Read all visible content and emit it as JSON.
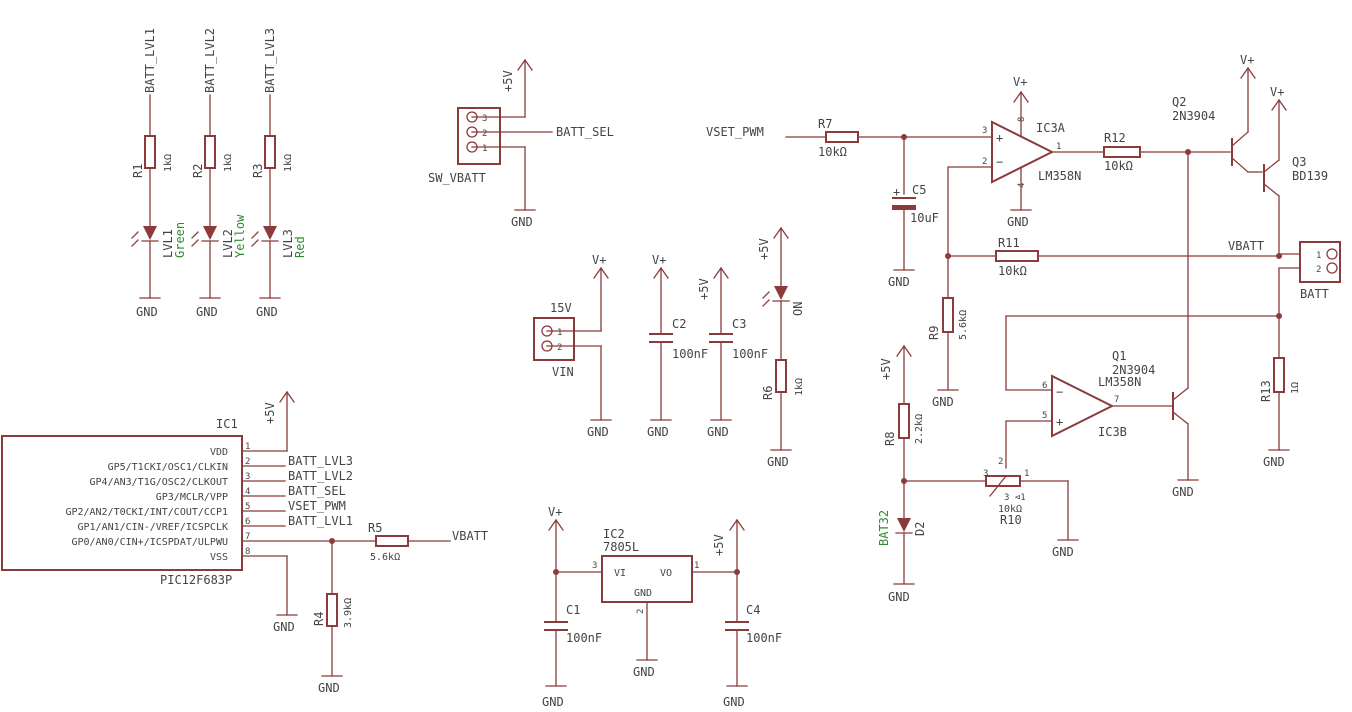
{
  "nets": {
    "batt_lvl1": "BATT_LVL1",
    "batt_lvl2": "BATT_LVL2",
    "batt_lvl3": "BATT_LVL3",
    "batt_sel": "BATT_SEL",
    "vset_pwm": "VSET_PWM",
    "vbatt": "VBATT",
    "gnd": "GND",
    "vplus": "V+",
    "p5v": "+5V"
  },
  "leds": {
    "r1": {
      "name": "R1",
      "value": "1kΩ"
    },
    "r2": {
      "name": "R2",
      "value": "1kΩ"
    },
    "r3": {
      "name": "R3",
      "value": "1kΩ"
    },
    "lvl1": {
      "name": "LVL1",
      "color": "Green"
    },
    "lvl2": {
      "name": "LVL2",
      "color": "Yellow"
    },
    "lvl3": {
      "name": "LVL3",
      "color": "Red"
    }
  },
  "switch": {
    "name": "SW_VBATT",
    "pins": [
      "3",
      "2",
      "1"
    ]
  },
  "vin": {
    "name": "VIN",
    "value": "15V",
    "pins": [
      "1",
      "2"
    ]
  },
  "caps": {
    "c1": {
      "name": "C1",
      "value": "100nF"
    },
    "c2": {
      "name": "C2",
      "value": "100nF"
    },
    "c3": {
      "name": "C3",
      "value": "100nF"
    },
    "c4": {
      "name": "C4",
      "value": "100nF"
    },
    "c5": {
      "name": "C5",
      "value": "10uF"
    }
  },
  "on_led": {
    "name": "ON",
    "r6": "R6",
    "r6_value": "1kΩ"
  },
  "ic1": {
    "name": "IC1",
    "part": "PIC12F683P",
    "pins": [
      {
        "num": "1",
        "label": "VDD",
        "net": ""
      },
      {
        "num": "2",
        "label": "GP5/T1CKI/OSC1/CLKIN",
        "net": "BATT_LVL3"
      },
      {
        "num": "3",
        "label": "GP4/AN3/T1G/OSC2/CLKOUT",
        "net": "BATT_LVL2"
      },
      {
        "num": "4",
        "label": "GP3/MCLR/VPP",
        "net": "BATT_SEL"
      },
      {
        "num": "5",
        "label": "GP2/AN2/T0CKI/INT/COUT/CCP1",
        "net": "VSET_PWM"
      },
      {
        "num": "6",
        "label": "GP1/AN1/CIN-/VREF/ICSPCLK",
        "net": "BATT_LVL1"
      },
      {
        "num": "7",
        "label": "GP0/AN0/CIN+/ICSPDAT/ULPWU",
        "net": ""
      },
      {
        "num": "8",
        "label": "VSS",
        "net": ""
      }
    ]
  },
  "divider": {
    "r4": "R4",
    "r4_value": "3.9kΩ",
    "r5": "R5",
    "r5_value": "5.6kΩ"
  },
  "regulator": {
    "name": "IC2",
    "part": "7805L",
    "vi": "VI",
    "vo": "VO",
    "gnd": "GND",
    "pin_in": "3",
    "pin_gnd": "2",
    "pin_out": "1"
  },
  "opamp_a": {
    "name": "IC3A",
    "part": "LM358N",
    "pin_plus": "3",
    "pin_minus": "2",
    "pin_out": "1",
    "pin_vcc": "8",
    "pin_gnd": "4"
  },
  "opamp_b": {
    "name": "IC3B",
    "part": "LM358N",
    "pin_minus": "6",
    "pin_plus": "5",
    "pin_out": "7"
  },
  "resistors": {
    "r7": {
      "name": "R7",
      "value": "10kΩ"
    },
    "r8": {
      "name": "R8",
      "value": "2.2kΩ"
    },
    "r9": {
      "name": "R9",
      "value": "5.6kΩ"
    },
    "r10": {
      "name": "R10",
      "value": "10kΩ",
      "pins": [
        "3",
        "2",
        "1"
      ],
      "mark": "3 ⊲1"
    },
    "r11": {
      "name": "R11",
      "value": "10kΩ"
    },
    "r12": {
      "name": "R12",
      "value": "10kΩ"
    },
    "r13": {
      "name": "R13",
      "value": "1Ω"
    }
  },
  "transistors": {
    "q1": {
      "name": "Q1",
      "part": "2N3904"
    },
    "q2": {
      "name": "Q2",
      "part": "2N3904"
    },
    "q3": {
      "name": "Q3",
      "part": "BD139"
    }
  },
  "diode": {
    "name": "D2",
    "part": "BAT32"
  },
  "batt": {
    "name": "BATT",
    "pins": [
      "1",
      "2"
    ]
  }
}
